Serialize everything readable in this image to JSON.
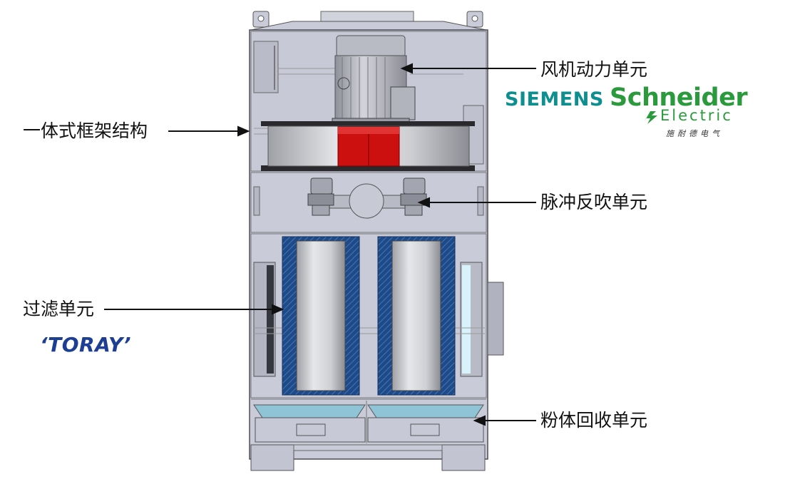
{
  "callouts": {
    "fan_unit": "风机动力单元",
    "frame": "一体式框架结构",
    "pulse_unit": "脉冲反吹单元",
    "filter_unit": "过滤单元",
    "powder_unit": "粉体回收单元"
  },
  "logos": {
    "siemens": "SIEMENS",
    "schneider_main": "Schneider",
    "schneider_sub": "Electric",
    "schneider_cn": "施耐德电气",
    "toray": "‘TORAY’"
  },
  "colors": {
    "housing": "#c9cbd8",
    "housing_dark": "#a9abba",
    "impeller": "#cc1010",
    "filter_blue": "#1d4a88",
    "hopper": "#8fc3d6",
    "siemens": "#0e8f8f",
    "schneider": "#2a9a3c",
    "toray": "#1c3f93"
  }
}
